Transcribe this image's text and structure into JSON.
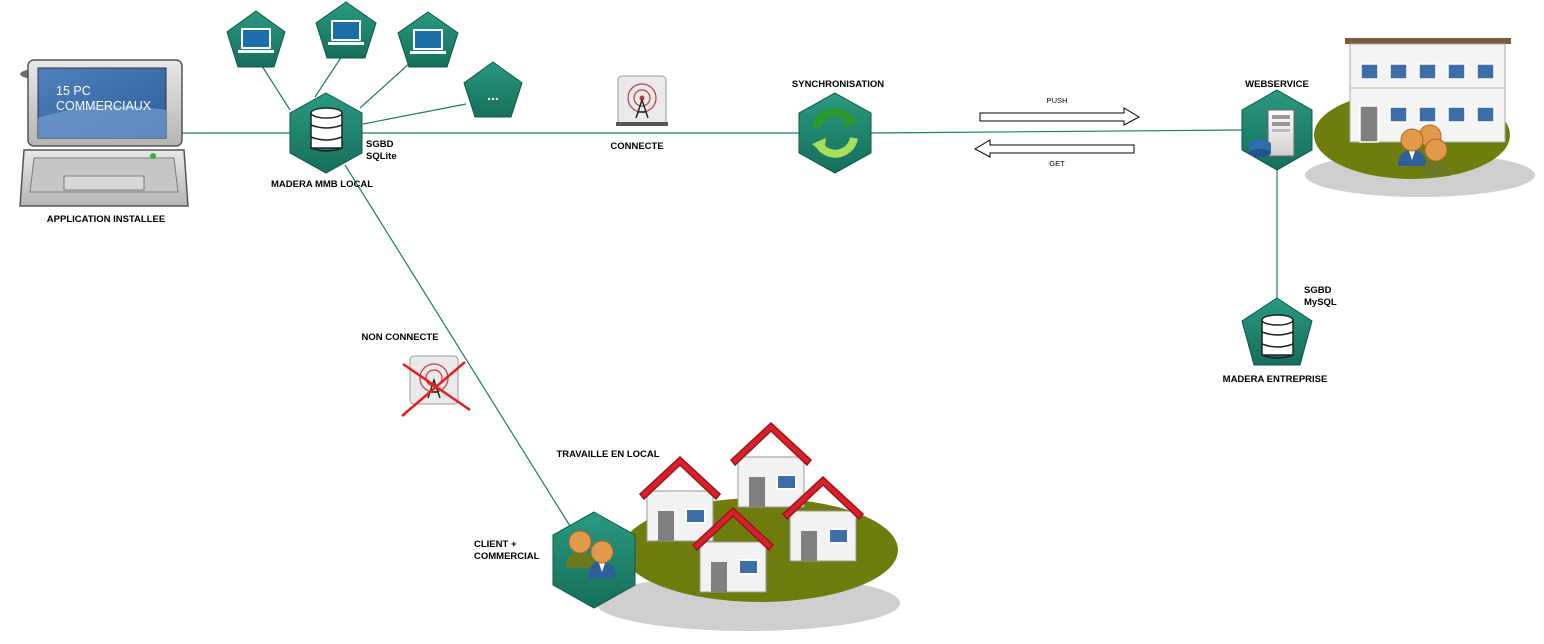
{
  "laptop": {
    "screen_line1": "15 PC",
    "screen_line2": "COMMERCIAUX",
    "label": "APPLICATION INSTALLEE"
  },
  "local_db": {
    "label": "MADERA MMB LOCAL",
    "dbms_line1": "SGBD",
    "dbms_line2": "SQLite"
  },
  "more_nodes": "...",
  "connection": {
    "connected": "CONNECTE",
    "not_connected": "NON CONNECTE"
  },
  "sync": {
    "label": "SYNCHRONISATION"
  },
  "arrows": {
    "push": "PUSH",
    "get": "GET"
  },
  "webservice": {
    "label": "WEBSERVICE"
  },
  "enterprise_db": {
    "label": "MADERA ENTREPRISE",
    "dbms_line1": "SGBD",
    "dbms_line2": "MySQL"
  },
  "field": {
    "work_label": "TRAVAILLE EN LOCAL",
    "client_line1": "CLIENT +",
    "client_line2": "COMMERCIAL"
  },
  "colors": {
    "node_teal": "#1e8a72",
    "line": "#1f7a66",
    "roof_red": "#d8202a",
    "grass": "#6f7d0c",
    "screen_blue": "#3d6ea8"
  }
}
